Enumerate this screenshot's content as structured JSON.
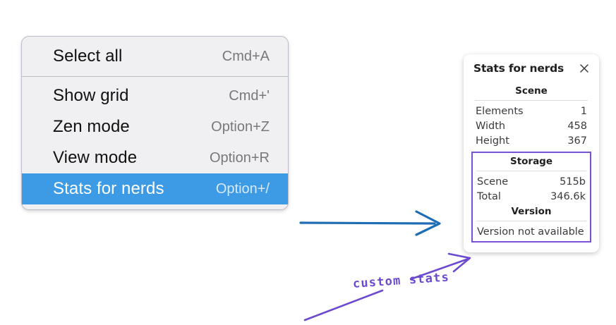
{
  "context_menu": {
    "groups": [
      {
        "items": [
          {
            "label": "Select all",
            "shortcut": "Cmd+A",
            "selected": false
          }
        ]
      },
      {
        "items": [
          {
            "label": "Show grid",
            "shortcut": "Cmd+'",
            "selected": false
          },
          {
            "label": "Zen mode",
            "shortcut": "Option+Z",
            "selected": false
          },
          {
            "label": "View mode",
            "shortcut": "Option+R",
            "selected": false
          },
          {
            "label": "Stats for nerds",
            "shortcut": "Option+/",
            "selected": true
          }
        ]
      }
    ],
    "highlight_color": "#3d9ae5"
  },
  "stats_panel": {
    "title": "Stats for nerds",
    "close_icon": "close-icon",
    "sections": [
      {
        "heading": "Scene",
        "rows": [
          {
            "key": "Elements",
            "value": "1"
          },
          {
            "key": "Width",
            "value": "458"
          },
          {
            "key": "Height",
            "value": "367"
          }
        ]
      },
      {
        "heading": "Storage",
        "rows": [
          {
            "key": "Scene",
            "value": "515b"
          },
          {
            "key": "Total",
            "value": "346.6k"
          }
        ]
      },
      {
        "heading": "Version",
        "note": "Version not available"
      }
    ],
    "highlight_border_color": "#7b52d6"
  },
  "annotations": {
    "arrow_blue": {
      "name": "blue-arrow",
      "color": "#1f6eb5"
    },
    "arrow_purple": {
      "name": "purple-arrow",
      "color": "#6c4ad0"
    },
    "handwritten_label": "custom stats"
  }
}
